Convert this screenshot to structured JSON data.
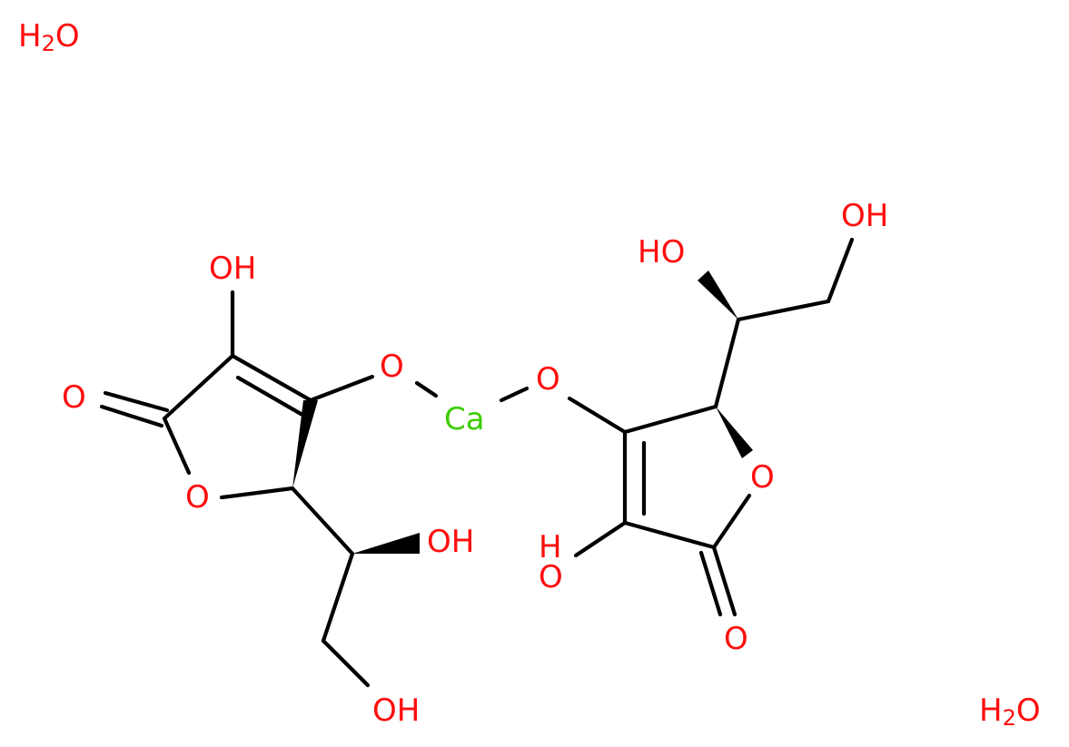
{
  "molecule": {
    "colors": {
      "oxygen": "#ff0d0d",
      "calcium": "#3dcc00",
      "bond": "#000000",
      "background": "#ffffff"
    },
    "labels": {
      "water_1_h": "H",
      "water_1_sub": "2",
      "water_1_o": "O",
      "water_2_h": "H",
      "water_2_sub": "2",
      "water_2_o": "O",
      "left_enol_oh": "OH",
      "left_bridge_o": "O",
      "left_carbonyl_o": "O",
      "left_ring_o": "O",
      "left_side_oh": "OH",
      "left_terminal_oh": "OH",
      "calcium": "Ca",
      "right_bridge_o": "O",
      "right_terminal_oh": "OH",
      "right_side_ho": "HO",
      "right_ring_o": "O",
      "right_enol_ho": "HO",
      "right_carbonyl_o": "O"
    }
  }
}
